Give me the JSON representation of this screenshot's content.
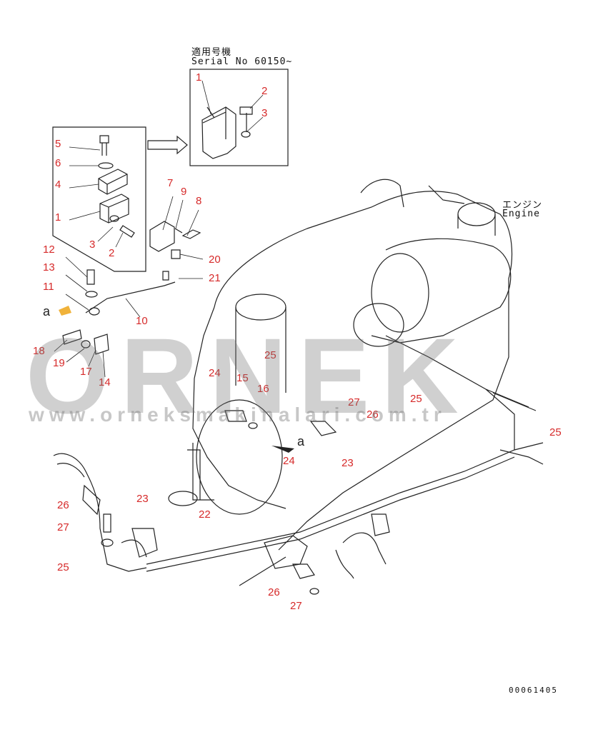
{
  "inset": {
    "applicable_label": "適用号機",
    "serial_label": "Serial No 60150~"
  },
  "engine_label": {
    "jp": "エンジン",
    "en": "Engine"
  },
  "detail_letters": [
    "a",
    "a"
  ],
  "callouts": [
    "1",
    "2",
    "3",
    "5",
    "6",
    "4",
    "1",
    "3",
    "2",
    "7",
    "9",
    "8",
    "12",
    "13",
    "11",
    "20",
    "21",
    "10",
    "18",
    "19",
    "17",
    "14",
    "24",
    "15",
    "16",
    "25",
    "27",
    "26",
    "25",
    "25",
    "24",
    "23",
    "26",
    "27",
    "25",
    "23",
    "22",
    "26",
    "27"
  ],
  "drawing_number": "00061405",
  "watermark": {
    "brand": "ORNEK",
    "url": "www.orneksmakinalari.com.tr"
  },
  "colors": {
    "callout": "#d62a2a",
    "line": "#222222",
    "watermark": "#6f6f6f",
    "detail_marker": "#f0b23a"
  }
}
